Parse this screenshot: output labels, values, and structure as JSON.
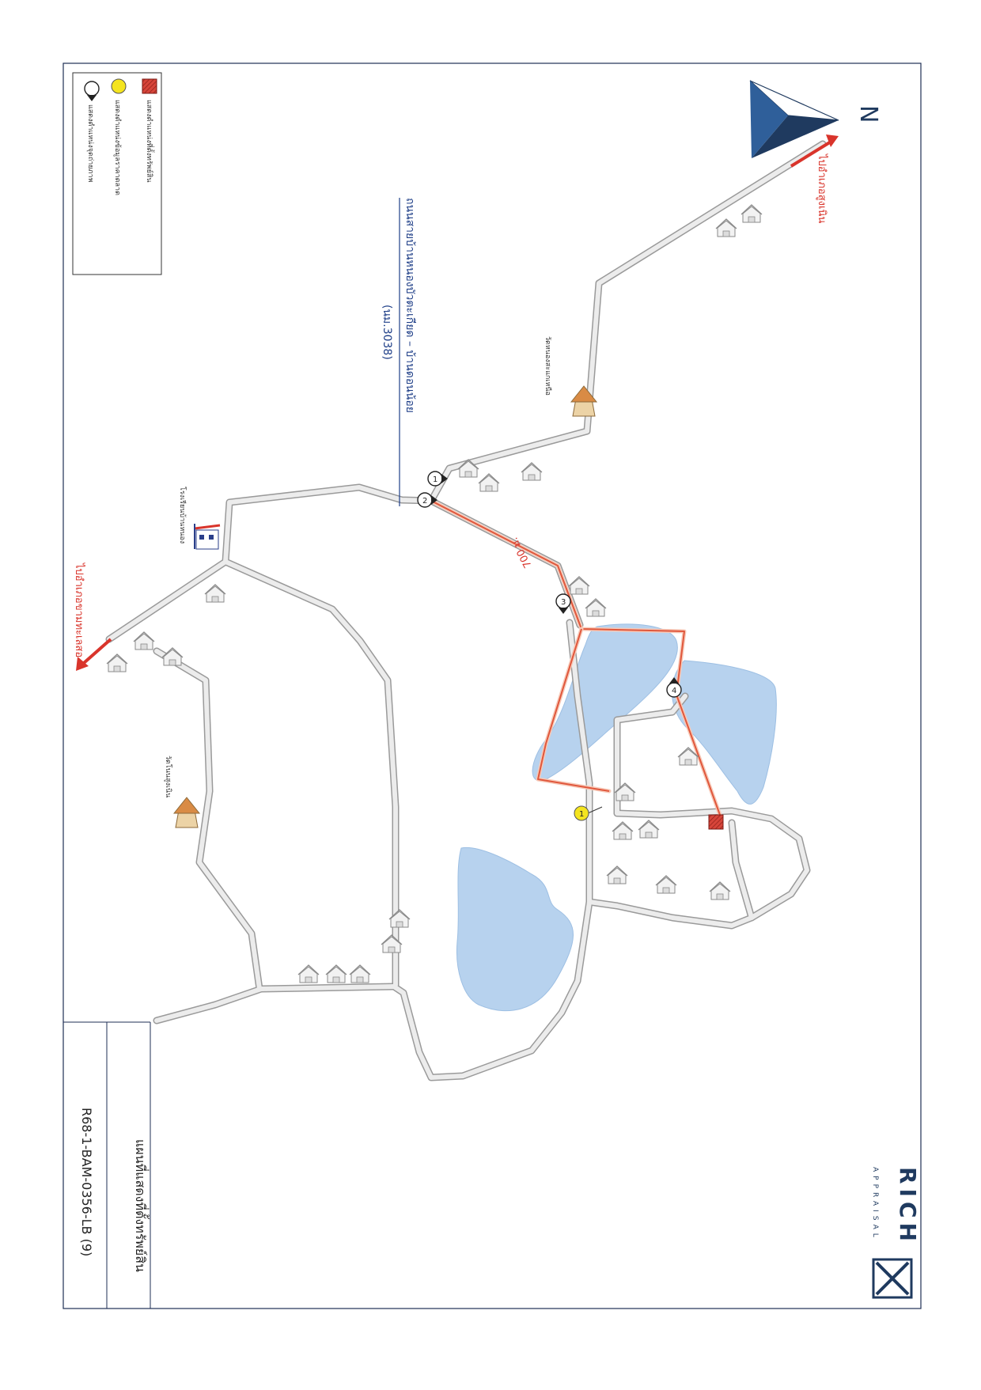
{
  "brand": {
    "name": "RICH",
    "tagline": "APPRAISAL"
  },
  "title_block": {
    "title": "แผนที่แสดงที่ตั้งทรัพย์สิน",
    "code": "R68-1-BAM-0356-LB (9)"
  },
  "legend": {
    "items": [
      {
        "icon": "red-hatched-square-icon",
        "label": "แสดงตำแหน่งที่ตั้งทรัพย์สิน"
      },
      {
        "icon": "yellow-circle-icon",
        "label": "แสดงตำแหน่งข้อมูลราคาตลาด"
      },
      {
        "icon": "camera-pin-icon",
        "label": "แสดงตำแหน่งจุดถ่ายภาพ"
      }
    ]
  },
  "north": {
    "label": "N"
  },
  "road_name": {
    "line1": "ถนนสายบ้านหนองบัวตะเกียด – บ้านดอนน้อย",
    "line2": "(นม.3038)"
  },
  "directions": {
    "to_khamthale": "ไปอำเภอขามทะเลสอ",
    "to_sungnoen": "ไปอำเภอสูงเนิน"
  },
  "landmarks": {
    "temple_top": "วัดหนองสะแกเหนือ",
    "temple_left": "วัดโนนสูงเนิน",
    "school": "โรงเรียนบ้านหนอง"
  },
  "distance": {
    "label": "700 ม."
  },
  "photo_points": [
    "1",
    "2",
    "3",
    "4"
  ],
  "market_points": [
    "1"
  ],
  "colors": {
    "route": "#e0573c",
    "pond": "#b7d2ee",
    "brand": "#1f3a5f",
    "arrow": "#d9342b"
  }
}
